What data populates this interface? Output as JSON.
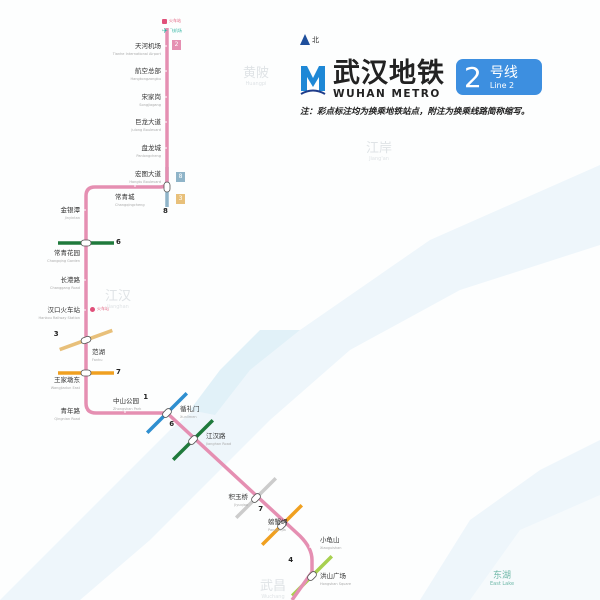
{
  "header": {
    "north_label": "北",
    "brand_cn": "武汉地铁",
    "brand_en": "WUHAN METRO",
    "line_number": "2",
    "line_cn": "号线",
    "line_en": "Line 2",
    "note": "注：彩点标注均为换乘地铁站点，附注为换乘线路简称缩写。"
  },
  "legend": [
    {
      "label": "火车站",
      "icon": "train-icon",
      "color": "#e0507a"
    },
    {
      "label": "飞机场",
      "icon": "airplane-icon",
      "color": "#2bb3a0"
    }
  ],
  "districts": [
    {
      "cn": "黄陂",
      "en": "Huangpi"
    },
    {
      "cn": "江岸",
      "en": "Jiang'an"
    },
    {
      "cn": "江汉",
      "en": "Jianghan"
    },
    {
      "cn": "武昌",
      "en": "Wuchang"
    },
    {
      "cn": "东湖",
      "en": "East Lake"
    }
  ],
  "line_color": "#e58fb2",
  "stations": [
    {
      "cn": "天河机场",
      "en": "Tianhe International Airport"
    },
    {
      "cn": "航空总部",
      "en": "Hangkongzongbu"
    },
    {
      "cn": "宋家岗",
      "en": "Songjiagang"
    },
    {
      "cn": "巨龙大道",
      "en": "Julong Boulevard"
    },
    {
      "cn": "盘龙城",
      "en": "Panlongcheng"
    },
    {
      "cn": "宏图大道",
      "en": "Hongtu Boulevard"
    },
    {
      "cn": "常青城",
      "en": "Changqingcheng"
    },
    {
      "cn": "金银潭",
      "en": "Jinyintan"
    },
    {
      "cn": "常青花园",
      "en": "Changqing Garden"
    },
    {
      "cn": "长港路",
      "en": "Changgang Road"
    },
    {
      "cn": "汉口火车站",
      "en": "Hankou Railway Station"
    },
    {
      "cn": "范湖",
      "en": "Fanhu"
    },
    {
      "cn": "王家墩东",
      "en": "Wangjiadun East"
    },
    {
      "cn": "青年路",
      "en": "Qingnian Road"
    },
    {
      "cn": "中山公园",
      "en": "Zhongshan Park"
    },
    {
      "cn": "循礼门",
      "en": "Xunlimen"
    },
    {
      "cn": "江汉路",
      "en": "Jianghan Road"
    },
    {
      "cn": "积玉桥",
      "en": "Jiyuqiao"
    },
    {
      "cn": "螃蟹岬",
      "en": "Pangxiejia"
    },
    {
      "cn": "小龟山",
      "en": "Xiaoguishan"
    },
    {
      "cn": "洪山广场",
      "en": "Hongshan Square"
    }
  ],
  "transfers": [
    {
      "line": "8",
      "color": "#8fb4c8"
    },
    {
      "line": "3",
      "color": "#e8c07a"
    },
    {
      "line": "6",
      "color": "#1f7a3c"
    },
    {
      "line": "3",
      "color": "#e8c07a"
    },
    {
      "line": "7",
      "color": "#f0a020"
    },
    {
      "line": "1",
      "color": "#2f8fd0"
    },
    {
      "line": "6",
      "color": "#1f7a3c"
    },
    {
      "line": "",
      "color": "#cccccc"
    },
    {
      "line": "7",
      "color": "#f0a020"
    },
    {
      "line": "4",
      "color": "#a8d050"
    }
  ],
  "box_labels": {
    "line2": "2",
    "line8": "8",
    "line3": "3"
  }
}
